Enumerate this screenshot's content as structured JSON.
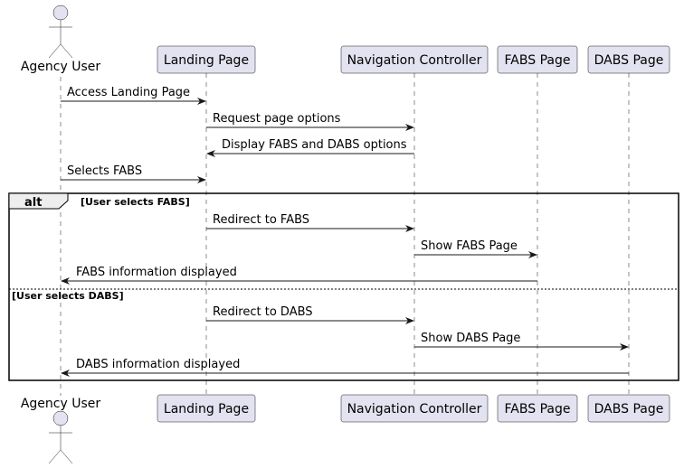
{
  "colors": {
    "participant_fill": "#E2E2F0",
    "participant_stroke": "#181818",
    "line": "#181818"
  },
  "participants": [
    {
      "id": "user",
      "label": "Agency User",
      "kind": "actor"
    },
    {
      "id": "landing",
      "label": "Landing Page",
      "kind": "box"
    },
    {
      "id": "nav",
      "label": "Navigation Controller",
      "kind": "box"
    },
    {
      "id": "fabs",
      "label": "FABS Page",
      "kind": "box"
    },
    {
      "id": "dabs",
      "label": "DABS Page",
      "kind": "box"
    }
  ],
  "messages": [
    {
      "from": "user",
      "to": "landing",
      "label": "Access Landing Page"
    },
    {
      "from": "landing",
      "to": "nav",
      "label": "Request page options"
    },
    {
      "from": "nav",
      "to": "landing",
      "label": "Display FABS and DABS options"
    },
    {
      "from": "user",
      "to": "landing",
      "label": "Selects FABS"
    },
    {
      "from": "landing",
      "to": "nav",
      "label": "Redirect to FABS"
    },
    {
      "from": "nav",
      "to": "fabs",
      "label": "Show FABS Page"
    },
    {
      "from": "fabs",
      "to": "user",
      "label": "FABS information displayed"
    },
    {
      "from": "landing",
      "to": "nav",
      "label": "Redirect to DABS"
    },
    {
      "from": "nav",
      "to": "dabs",
      "label": "Show DABS Page"
    },
    {
      "from": "dabs",
      "to": "user",
      "label": "DABS information displayed"
    }
  ],
  "alt_fragment": {
    "keyword": "alt",
    "conditions": [
      "[User selects FABS]",
      "[User selects DABS]"
    ]
  }
}
